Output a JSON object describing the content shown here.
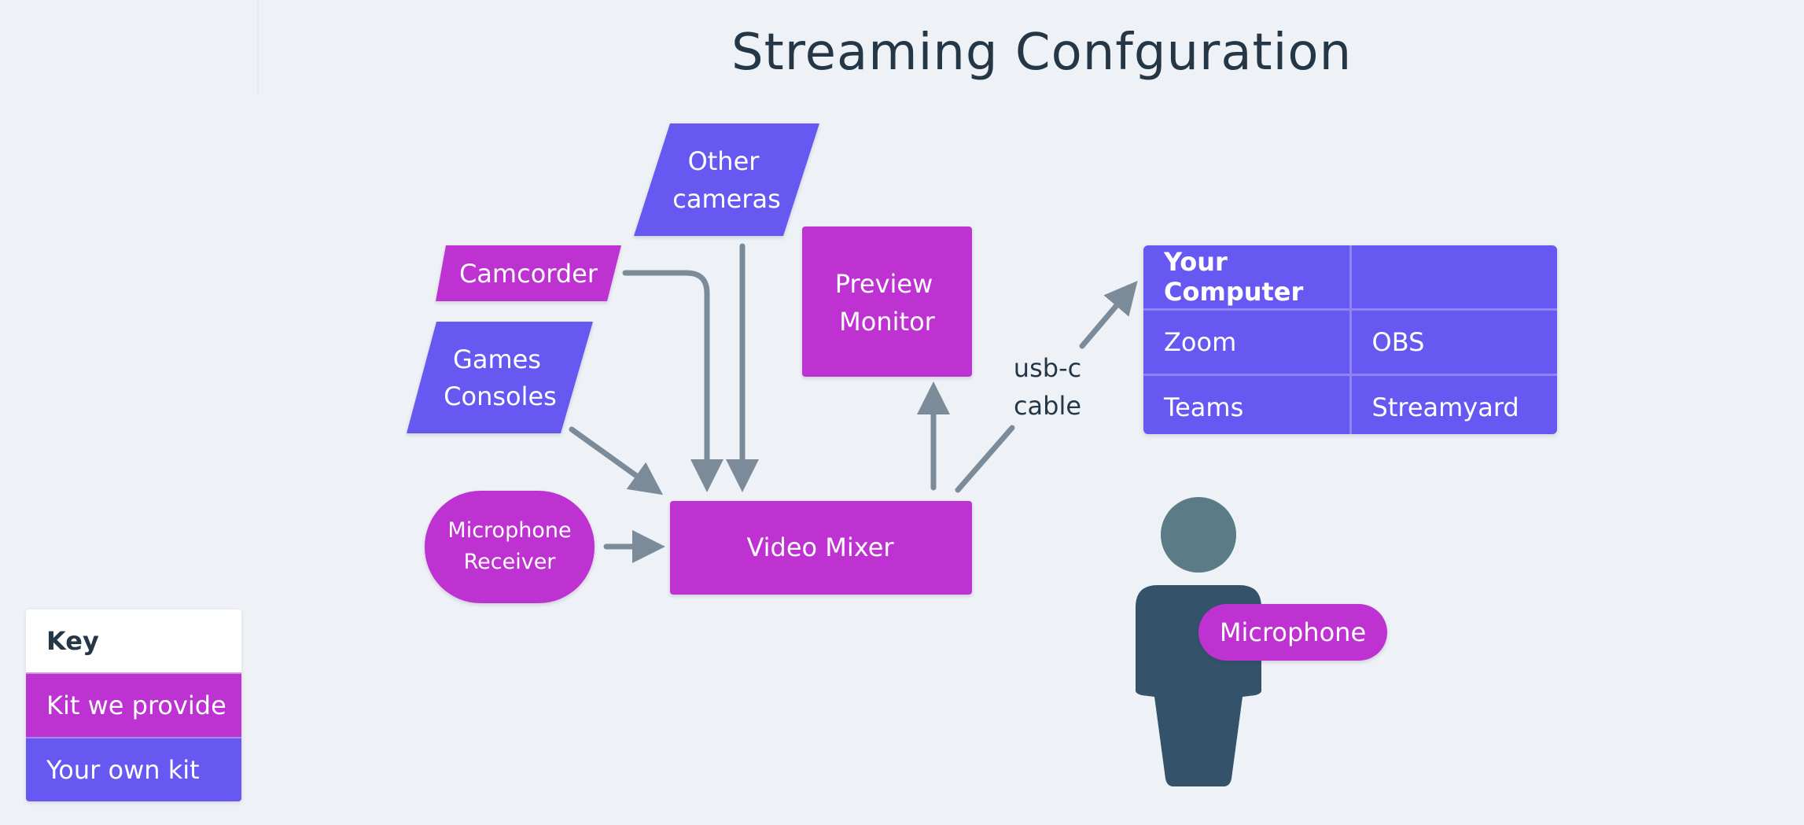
{
  "title": "Streaming Confguration",
  "colors": {
    "background": "#eef2f6",
    "kit_we_provide": "#bd33d1",
    "your_own_kit": "#6858f2",
    "arrow": "#7b8b99",
    "person_head": "#5b7b87",
    "person_body": "#34526a",
    "text_dark": "#253746"
  },
  "nodes": {
    "other_cameras": [
      "Other",
      "cameras"
    ],
    "camcorder": "Camcorder",
    "games_consoles": [
      "Games",
      "Consoles"
    ],
    "preview_monitor": [
      "Preview",
      "Monitor"
    ],
    "microphone_receiver": [
      "Microphone",
      "Receiver"
    ],
    "video_mixer": "Video Mixer",
    "microphone": "Microphone"
  },
  "connection": {
    "usb_label": [
      "usb-c",
      "cable"
    ]
  },
  "computer": {
    "header": "Your Computer",
    "rows": [
      [
        "Zoom",
        "OBS"
      ],
      [
        "Teams",
        "Streamyard"
      ]
    ]
  },
  "key": {
    "heading": "Key",
    "kit_we_provide": "Kit we provide",
    "your_own_kit": "Your own kit"
  }
}
